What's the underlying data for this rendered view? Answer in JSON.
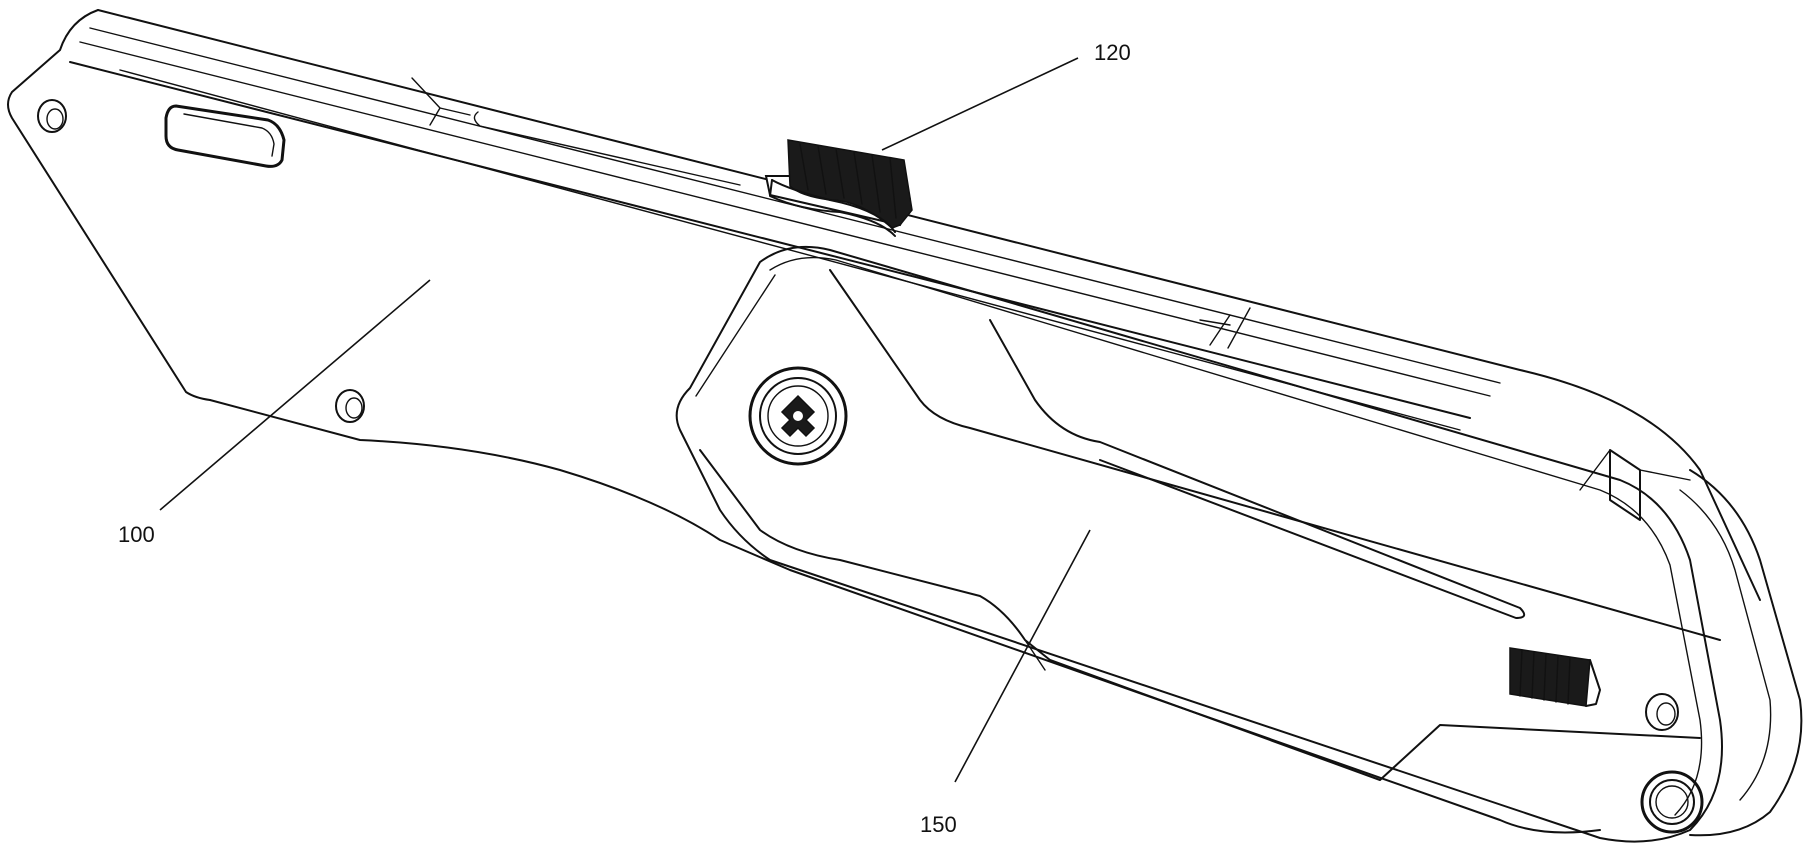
{
  "figure": {
    "labels": {
      "housing": "100",
      "thumb_wheel": "120",
      "side_cover": "150"
    }
  }
}
